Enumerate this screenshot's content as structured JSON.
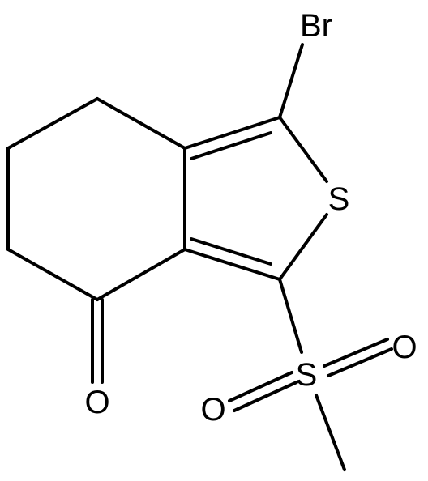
{
  "molecule": {
    "atoms": {
      "bromine": "Br",
      "sulfur_ring": "S",
      "sulfur_sulfonyl": "S",
      "oxygen_ketone": "O",
      "oxygen_sulfonyl_right": "O",
      "oxygen_sulfonyl_left": "O"
    }
  },
  "colors": {
    "bond": "#000000",
    "label": "#000000",
    "background": "#ffffff"
  }
}
